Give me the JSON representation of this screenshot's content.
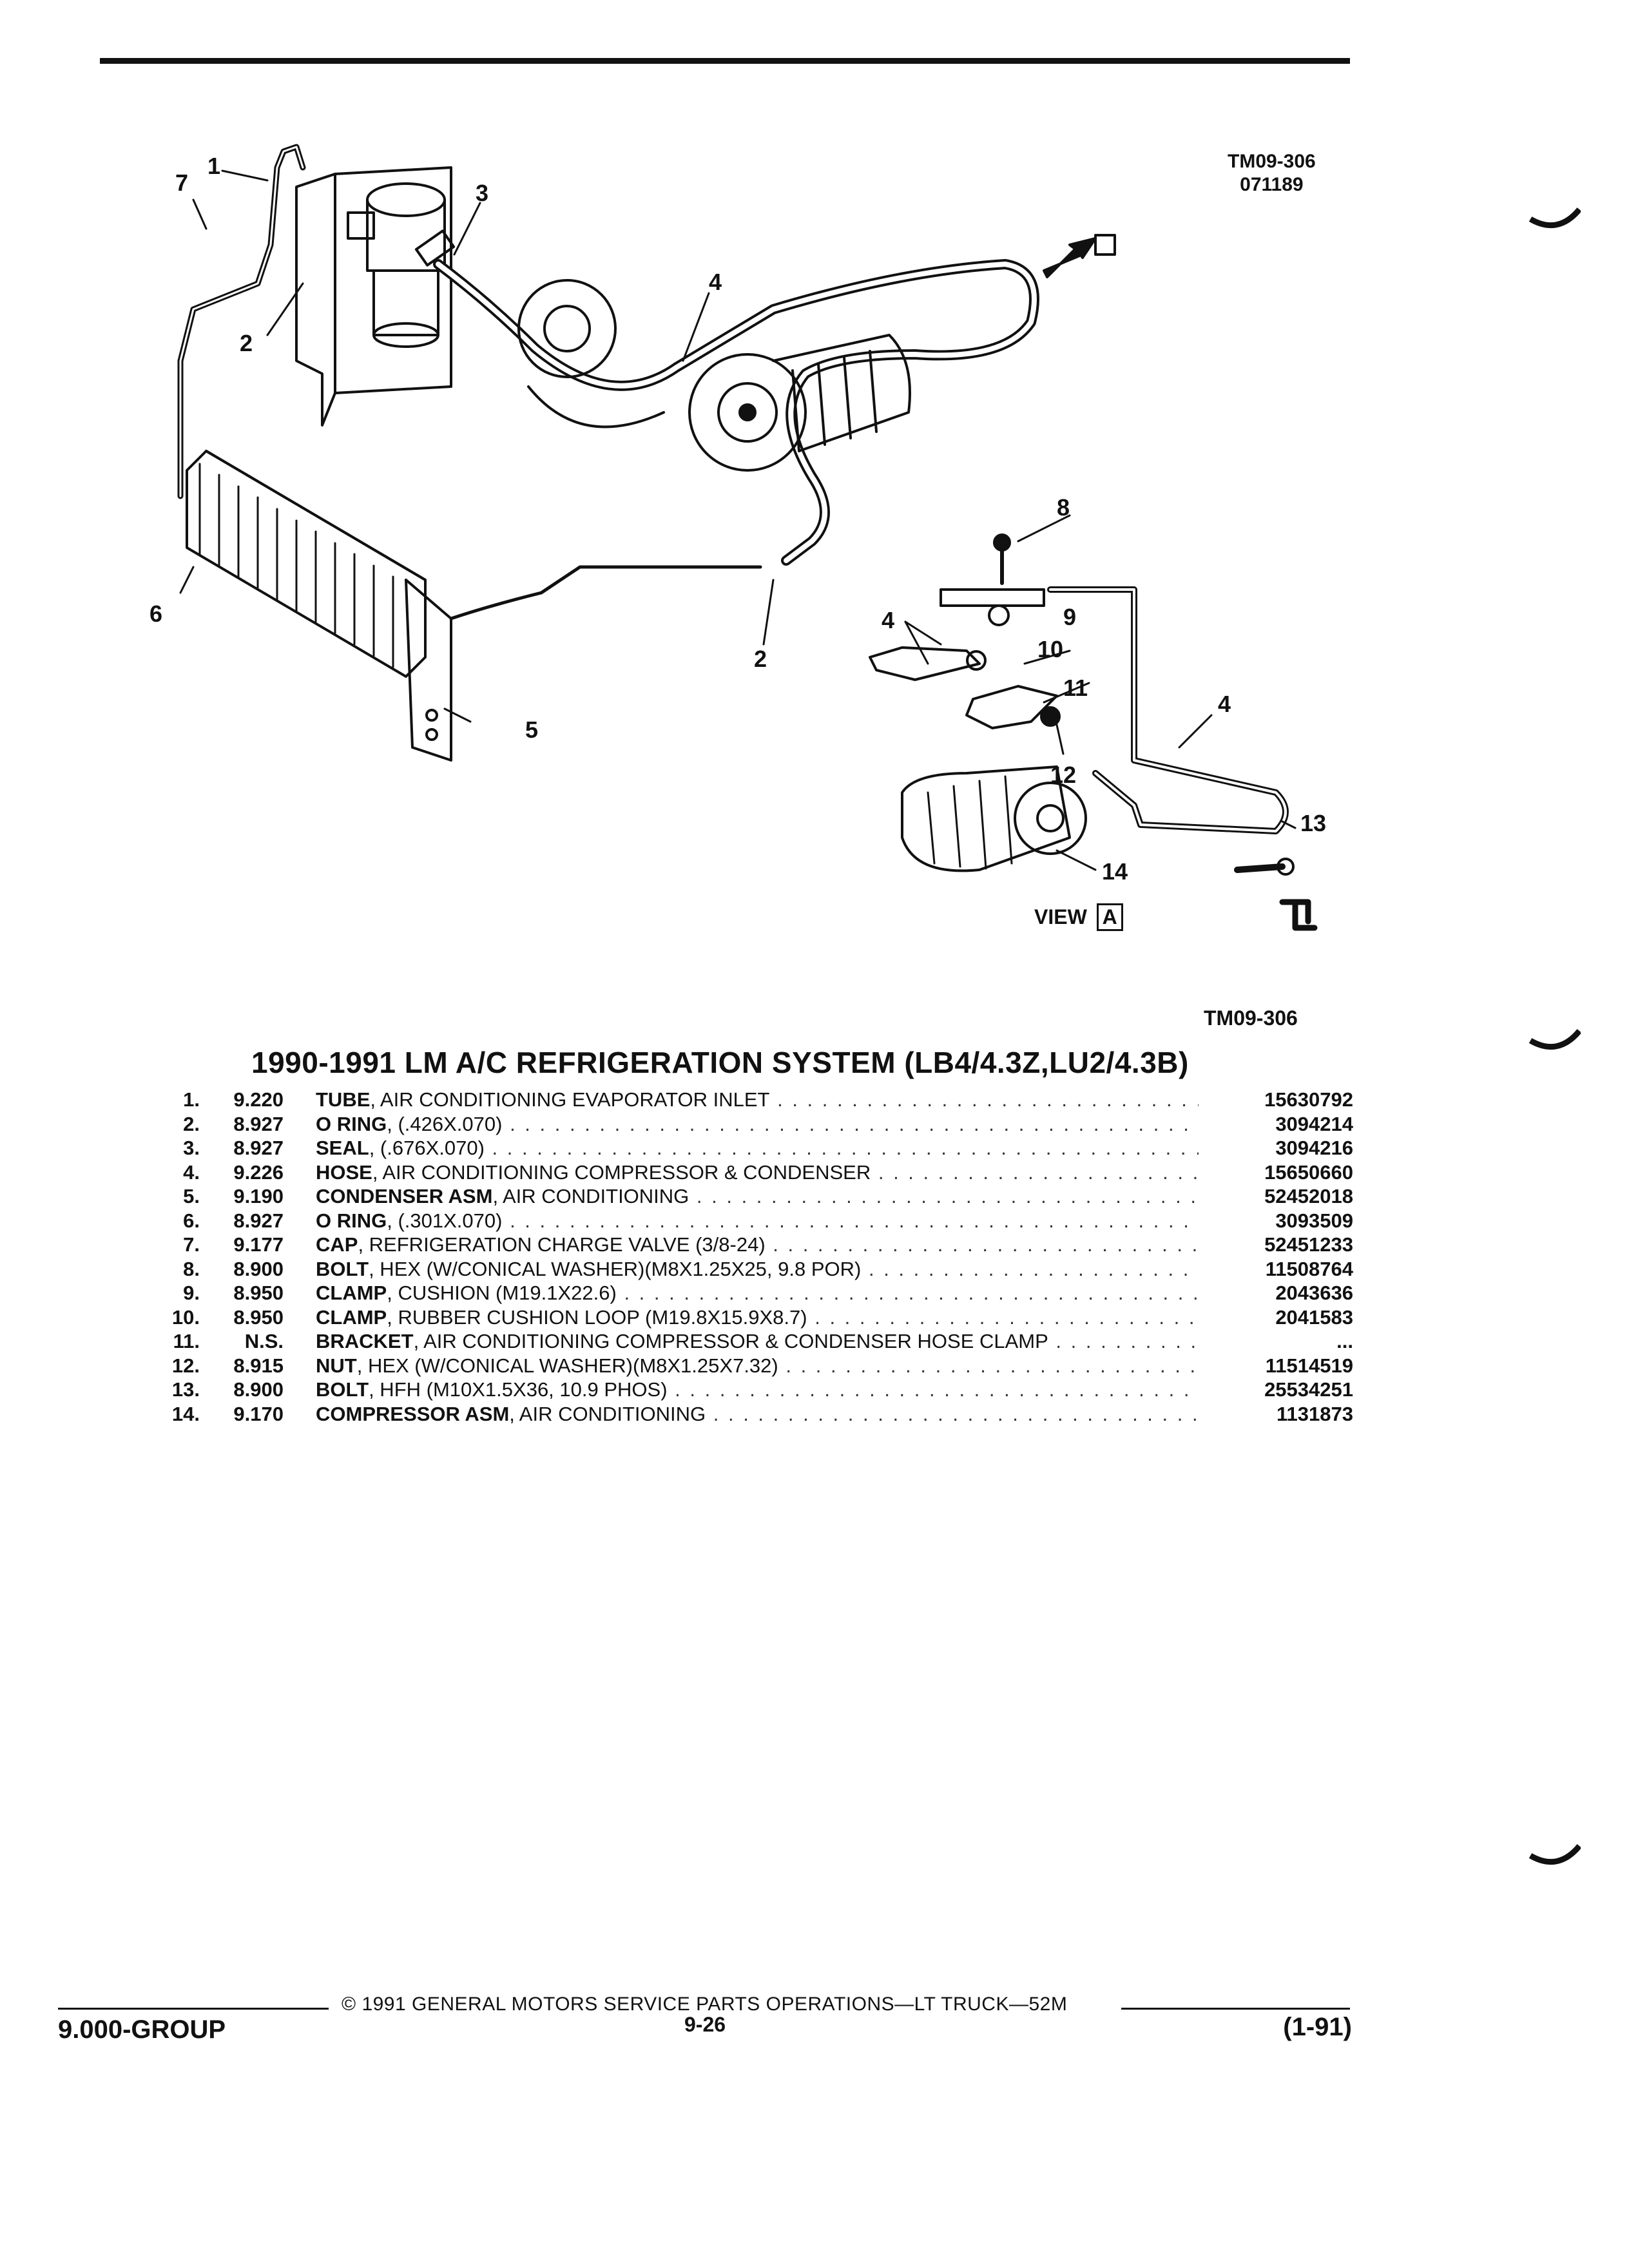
{
  "figure": {
    "id": "TM09-306",
    "code": "071189",
    "id_bottom": "TM09-306",
    "view_label": "VIEW",
    "view_letter": "A",
    "callouts": [
      "1",
      "2",
      "2",
      "3",
      "4",
      "4",
      "4",
      "5",
      "6",
      "7",
      "8",
      "9",
      "10",
      "11",
      "12",
      "13",
      "14"
    ]
  },
  "title": "1990-1991 LM A/C REFRIGERATION SYSTEM (LB4/4.3Z,LU2/4.3B)",
  "parts": [
    {
      "num": "1.",
      "group": "9.220",
      "name": "TUBE",
      "spec": ", AIR CONDITIONING EVAPORATOR INLET",
      "part_no": "15630792"
    },
    {
      "num": "2.",
      "group": "8.927",
      "name": "O RING",
      "spec": ", (.426X.070)",
      "part_no": "3094214"
    },
    {
      "num": "3.",
      "group": "8.927",
      "name": "SEAL",
      "spec": ", (.676X.070)",
      "part_no": "3094216"
    },
    {
      "num": "4.",
      "group": "9.226",
      "name": "HOSE",
      "spec": ", AIR CONDITIONING COMPRESSOR & CONDENSER",
      "part_no": "15650660"
    },
    {
      "num": "5.",
      "group": "9.190",
      "name": "CONDENSER ASM",
      "spec": ", AIR CONDITIONING",
      "part_no": "52452018"
    },
    {
      "num": "6.",
      "group": "8.927",
      "name": "O RING",
      "spec": ", (.301X.070)",
      "part_no": "3093509"
    },
    {
      "num": "7.",
      "group": "9.177",
      "name": "CAP",
      "spec": ", REFRIGERATION CHARGE VALVE (3/8-24)",
      "part_no": "52451233"
    },
    {
      "num": "8.",
      "group": "8.900",
      "name": "BOLT",
      "spec": ", HEX (W/CONICAL WASHER)(M8X1.25X25, 9.8 POR)",
      "part_no": "11508764"
    },
    {
      "num": "9.",
      "group": "8.950",
      "name": "CLAMP",
      "spec": ", CUSHION (M19.1X22.6)",
      "part_no": "2043636"
    },
    {
      "num": "10.",
      "group": "8.950",
      "name": "CLAMP",
      "spec": ", RUBBER CUSHION LOOP (M19.8X15.9X8.7)",
      "part_no": "2041583"
    },
    {
      "num": "11.",
      "group": "N.S.",
      "name": "BRACKET",
      "spec": ", AIR CONDITIONING COMPRESSOR & CONDENSER HOSE CLAMP",
      "part_no": "..."
    },
    {
      "num": "12.",
      "group": "8.915",
      "name": "NUT",
      "spec": ", HEX (W/CONICAL WASHER)(M8X1.25X7.32)",
      "part_no": "11514519"
    },
    {
      "num": "13.",
      "group": "8.900",
      "name": "BOLT",
      "spec": ", HFH (M10X1.5X36, 10.9 PHOS)",
      "part_no": "25534251"
    },
    {
      "num": "14.",
      "group": "9.170",
      "name": "COMPRESSOR ASM",
      "spec": ", AIR CONDITIONING",
      "part_no": "1131873"
    }
  ],
  "footer": {
    "copyright": "© 1991 GENERAL MOTORS SERVICE PARTS OPERATIONS—LT TRUCK—52M",
    "group": "9.000-GROUP",
    "page": "9-26",
    "date": "(1-91)"
  }
}
